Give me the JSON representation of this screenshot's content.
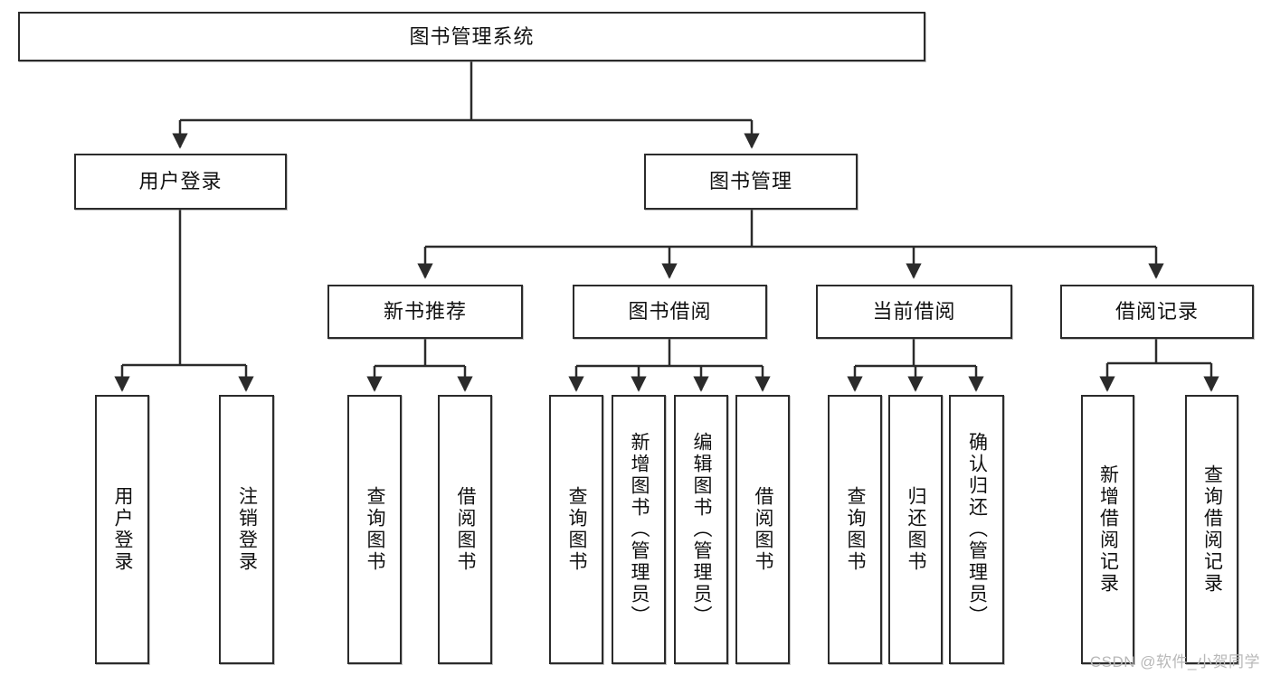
{
  "diagram": {
    "title": "图书管理系统",
    "type": "tree-hierarchy",
    "watermark": "CSDN @软件_小贺同学",
    "colors": {
      "stroke": "#2b2b2b",
      "fill": "#ffffff",
      "text": "#111111",
      "watermark": "#b8b8b8"
    }
  },
  "nodes": {
    "root": {
      "label": "图书管理系统"
    },
    "level2": [
      {
        "id": "user-login",
        "label": "用户登录"
      },
      {
        "id": "book-manage",
        "label": "图书管理"
      }
    ],
    "level3": [
      {
        "id": "new-book-recommend",
        "label": "新书推荐"
      },
      {
        "id": "book-borrow",
        "label": "图书借阅"
      },
      {
        "id": "current-borrow",
        "label": "当前借阅"
      },
      {
        "id": "borrow-record",
        "label": "借阅记录"
      }
    ],
    "leaves": {
      "user_login": [
        {
          "id": "leaf-user-login",
          "label": "用户登录"
        },
        {
          "id": "leaf-logout-login",
          "label": "注销登录"
        }
      ],
      "new_book_recommend": [
        {
          "id": "leaf-query-book-1",
          "label": "查询图书"
        },
        {
          "id": "leaf-borrow-book-1",
          "label": "借阅图书"
        }
      ],
      "book_borrow": [
        {
          "id": "leaf-query-book-2",
          "label": "查询图书"
        },
        {
          "id": "leaf-add-book",
          "label": "新增图书（管理员）"
        },
        {
          "id": "leaf-edit-book",
          "label": "编辑图书（管理员）"
        },
        {
          "id": "leaf-borrow-book-2",
          "label": "借阅图书"
        }
      ],
      "current_borrow": [
        {
          "id": "leaf-query-book-3",
          "label": "查询图书"
        },
        {
          "id": "leaf-return-book",
          "label": "归还图书"
        },
        {
          "id": "leaf-confirm-return",
          "label": "确认归还（管理员）"
        }
      ],
      "borrow_record": [
        {
          "id": "leaf-add-borrow-record",
          "label": "新增借阅记录"
        },
        {
          "id": "leaf-query-borrow-record",
          "label": "查询借阅记录"
        }
      ]
    }
  }
}
